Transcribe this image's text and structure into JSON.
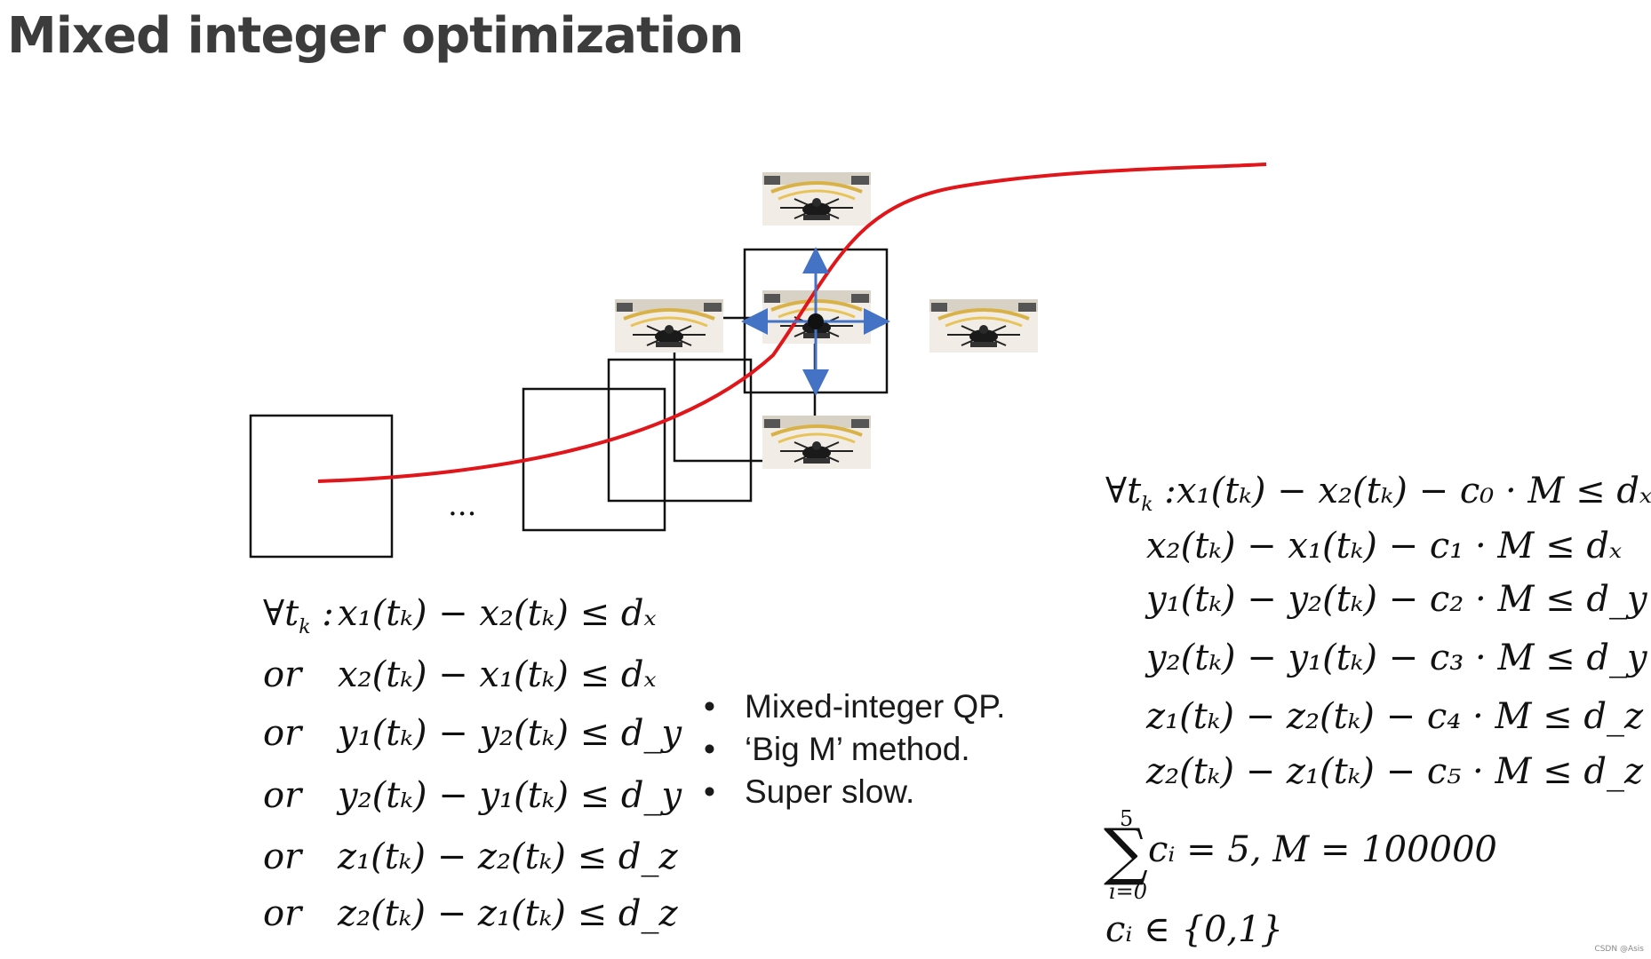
{
  "title": "Mixed integer optimization",
  "diagram": {
    "ellipsis": "...",
    "colors": {
      "curve": "#e0161b",
      "arrows": "#4472c4",
      "boxes": "#111111"
    },
    "icons": [
      "drone-top-icon",
      "drone-left-icon",
      "drone-center-icon",
      "drone-right-icon",
      "drone-bottom-icon"
    ]
  },
  "left_equations": {
    "forall": "∀t",
    "forall_sub": "k",
    "forall_colon": " :",
    "lines": [
      {
        "keyword": "",
        "expr": "x₁(tₖ) − x₂(tₖ) ≤ dₓ"
      },
      {
        "keyword": "or",
        "expr": "x₂(tₖ) − x₁(tₖ) ≤ dₓ"
      },
      {
        "keyword": "or",
        "expr": "y₁(tₖ) − y₂(tₖ) ≤ d_y"
      },
      {
        "keyword": "or",
        "expr": "y₂(tₖ) − y₁(tₖ) ≤ d_y"
      },
      {
        "keyword": "or",
        "expr": "z₁(tₖ) − z₂(tₖ) ≤ d_z"
      },
      {
        "keyword": "or",
        "expr": "z₂(tₖ) − z₁(tₖ) ≤ d_z"
      }
    ]
  },
  "bullets": {
    "marker": "•",
    "items": [
      "Mixed-integer QP.",
      "‘Big M’ method.",
      "Super slow."
    ]
  },
  "right_equations": {
    "forall": "∀t",
    "forall_sub": "k",
    "forall_colon": " :",
    "lines": [
      "x₁(tₖ) − x₂(tₖ) − c₀ · M ≤ dₓ",
      "x₂(tₖ) − x₁(tₖ) − c₁ · M ≤ dₓ",
      "y₁(tₖ) − y₂(tₖ) − c₂ · M ≤ d_y",
      "y₂(tₖ) − y₁(tₖ) − c₃ · M ≤ d_y",
      "z₁(tₖ) − z₂(tₖ) − c₄ · M ≤ d_z",
      "z₂(tₖ) − z₁(tₖ) − c₅ · M ≤ d_z"
    ],
    "sum": {
      "symbol": "∑",
      "upper": "5",
      "lower": "i=0",
      "body": "cᵢ = 5, M = 100000"
    },
    "membership": "cᵢ ∈ {0,1}"
  },
  "credit": "CSDN @Asis"
}
